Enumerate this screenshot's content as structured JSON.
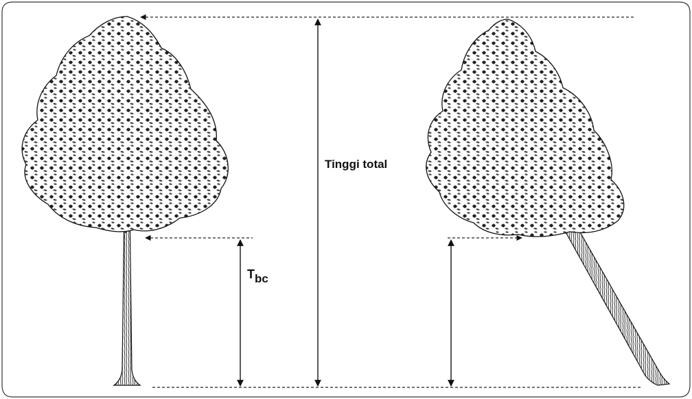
{
  "labels": {
    "total_height": "Tinggi total",
    "tbc_main": "T",
    "tbc_sub": "bc"
  },
  "trees": [
    {
      "name": "upright-tree",
      "posture": "upright"
    },
    {
      "name": "leaning-tree",
      "posture": "leaning"
    }
  ],
  "colors": {
    "line": "#111111",
    "foliage": "#2a2a2a",
    "background": "#ffffff",
    "border": "#333333"
  }
}
